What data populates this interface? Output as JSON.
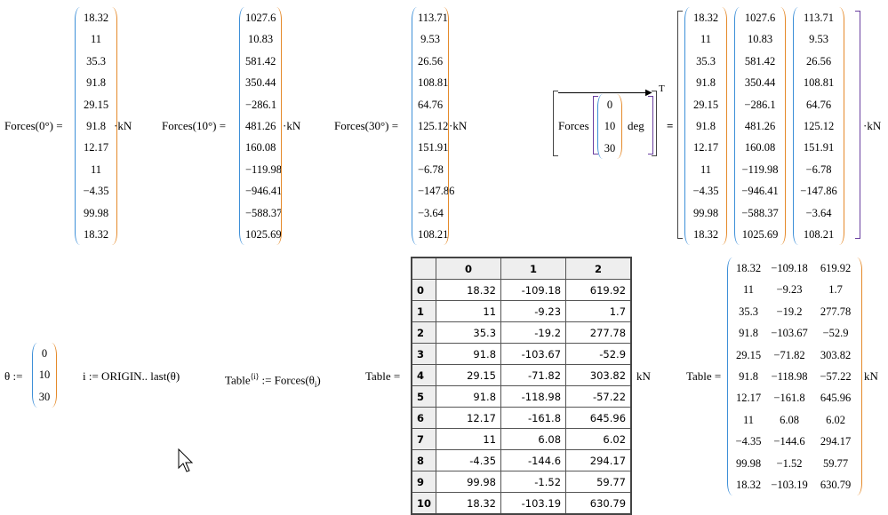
{
  "forces0": {
    "label": "Forces(0°) =",
    "unit": "·kN",
    "values": [
      "18.32",
      "11",
      "35.3",
      "91.8",
      "29.15",
      "91.8",
      "12.17",
      "11",
      "−4.35",
      "99.98",
      "18.32"
    ]
  },
  "forces10": {
    "label": "Forces(10°) =",
    "unit": "·kN",
    "values": [
      "1027.6",
      "10.83",
      "581.42",
      "350.44",
      "−286.1",
      "481.26",
      "160.08",
      "−119.98",
      "−946.41",
      "−588.37",
      "1025.69"
    ]
  },
  "forces30": {
    "label": "Forces(30°) =",
    "unit": "·kN",
    "values": [
      "113.71",
      "9.53",
      "26.56",
      "108.81",
      "64.76",
      "125.12",
      "151.91",
      "−6.78",
      "−147.86",
      "−3.64",
      "108.21"
    ]
  },
  "vectorized": {
    "func": "Forces",
    "angles": [
      "0",
      "10",
      "30"
    ],
    "unit_deg": "deg",
    "transpose": "T",
    "equals": "=",
    "unit": "·kN"
  },
  "theta_def": {
    "lhs": "θ :=",
    "values": [
      "0",
      "10",
      "30"
    ]
  },
  "range_def": "i := ORIGIN.. last(θ)",
  "table_def": {
    "name": "Table",
    "superscript": "⟨i⟩",
    "rhs": ":= Forces(θ",
    "sub": "i",
    "close": ")"
  },
  "table_eq": {
    "label": "Table =",
    "unit": "kN",
    "headers": [
      "0",
      "1",
      "2"
    ],
    "row_index": [
      "0",
      "1",
      "2",
      "3",
      "4",
      "5",
      "6",
      "7",
      "8",
      "9",
      "10"
    ],
    "rows": [
      [
        "18.32",
        "-109.18",
        "619.92"
      ],
      [
        "11",
        "-9.23",
        "1.7"
      ],
      [
        "35.3",
        "-19.2",
        "277.78"
      ],
      [
        "91.8",
        "-103.67",
        "-52.9"
      ],
      [
        "29.15",
        "-71.82",
        "303.82"
      ],
      [
        "91.8",
        "-118.98",
        "-57.22"
      ],
      [
        "12.17",
        "-161.8",
        "645.96"
      ],
      [
        "11",
        "6.08",
        "6.02"
      ],
      [
        "-4.35",
        "-144.6",
        "294.17"
      ],
      [
        "99.98",
        "-1.52",
        "59.77"
      ],
      [
        "18.32",
        "-103.19",
        "630.79"
      ]
    ]
  },
  "table_matrix": {
    "label": "Table =",
    "unit": "kN",
    "cols": [
      [
        "18.32",
        "11",
        "35.3",
        "91.8",
        "29.15",
        "91.8",
        "12.17",
        "11",
        "−4.35",
        "99.98",
        "18.32"
      ],
      [
        "−109.18",
        "−9.23",
        "−19.2",
        "−103.67",
        "−71.82",
        "−118.98",
        "−161.8",
        "6.08",
        "−144.6",
        "−1.52",
        "−103.19"
      ],
      [
        "619.92",
        "1.7",
        "277.78",
        "−52.9",
        "303.82",
        "−57.22",
        "645.96",
        "6.02",
        "294.17",
        "59.77",
        "630.79"
      ]
    ]
  }
}
